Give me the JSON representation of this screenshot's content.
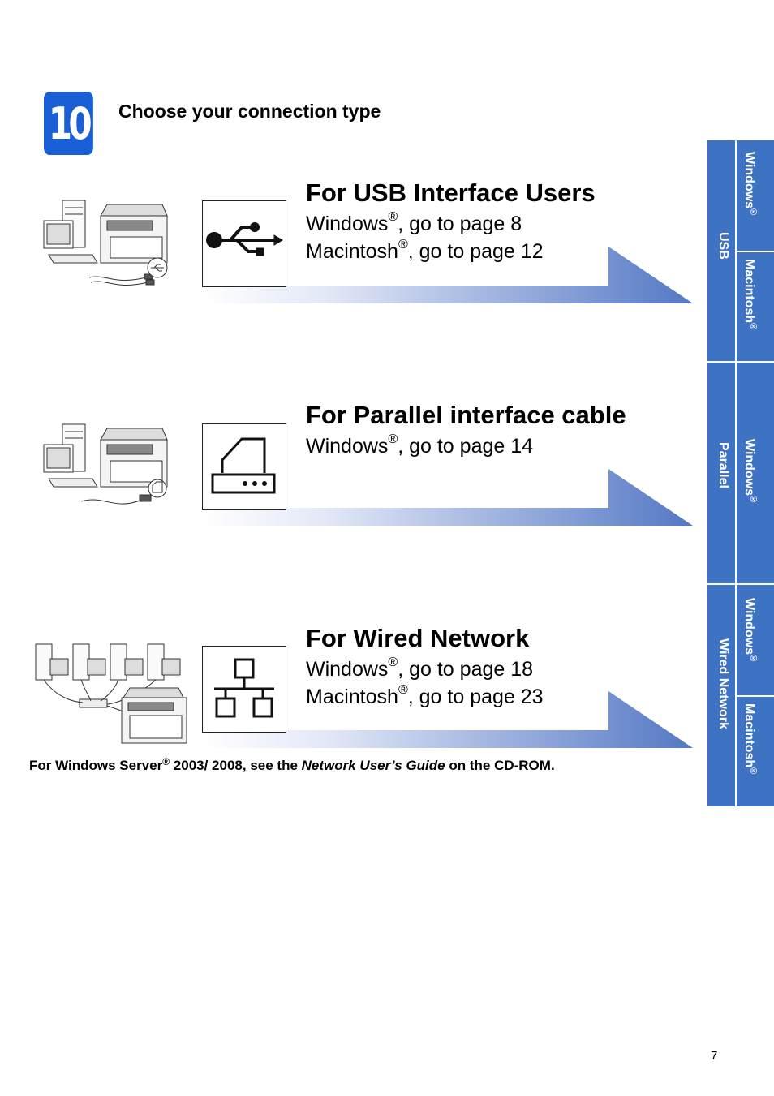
{
  "step": {
    "number": "10",
    "title": "Choose your connection type"
  },
  "sections": [
    {
      "title": "For USB Interface Users",
      "lines": [
        {
          "os": "Windows",
          "reg": "®",
          "rest": ", go to page 8"
        },
        {
          "os": "Macintosh",
          "reg": "®",
          "rest": ", go to page 12"
        }
      ],
      "icon": "usb-icon"
    },
    {
      "title": "For Parallel interface cable",
      "lines": [
        {
          "os": "Windows",
          "reg": "®",
          "rest": ", go to page 14"
        }
      ],
      "icon": "parallel-port-icon"
    },
    {
      "title": "For Wired Network",
      "lines": [
        {
          "os": "Windows",
          "reg": "®",
          "rest": ", go to page 18"
        },
        {
          "os": "Macintosh",
          "reg": "®",
          "rest": ", go to page 23"
        }
      ],
      "icon": "network-icon"
    }
  ],
  "footnote": {
    "prefix": "For Windows Server",
    "reg": "®",
    "middle": " 2003/ 2008, see the ",
    "guide": "Network User’s Guide",
    "suffix": " on the CD-ROM."
  },
  "sidebar": {
    "usb": {
      "label": "USB",
      "windows": "Windows",
      "macintosh": "Macintosh",
      "reg": "®"
    },
    "parallel": {
      "label": "Parallel",
      "windows": "Windows",
      "reg": "®"
    },
    "wired": {
      "label": "Wired Network",
      "windows": "Windows",
      "macintosh": "Macintosh",
      "reg": "®"
    }
  },
  "page_number": "7",
  "colors": {
    "accent": "#1a5fd6",
    "sidebar": "#3e73c3",
    "band_start": "#eef1fb",
    "band_end": "#5b81c7"
  }
}
